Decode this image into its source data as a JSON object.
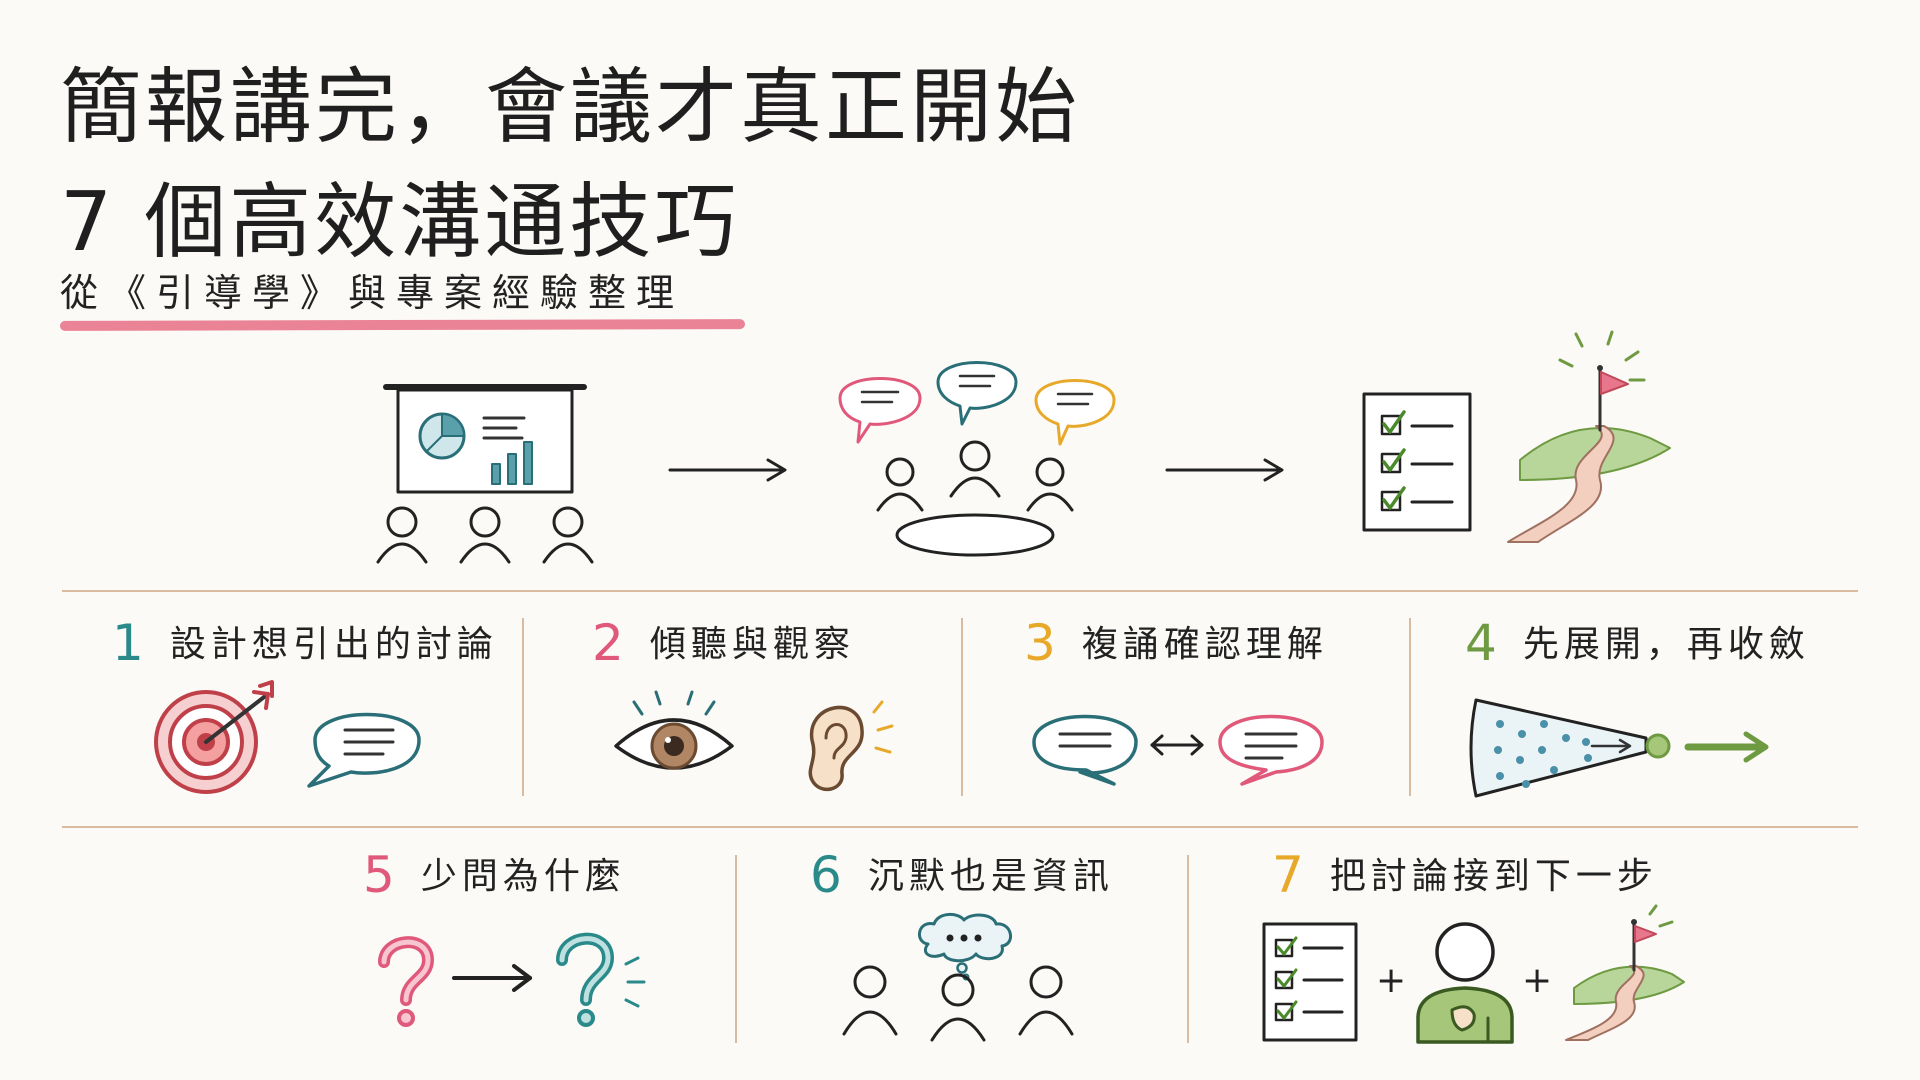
{
  "title": {
    "line1": "簡報講完，會議才真正開始",
    "line2": "7 個高效溝通技巧",
    "subtitle": "從《引導學》與專案經驗整理"
  },
  "items": [
    {
      "number": "1",
      "label": "設計想引出的討論",
      "color": "#2a8a8a"
    },
    {
      "number": "2",
      "label": "傾聽與觀察",
      "color": "#e0587a"
    },
    {
      "number": "3",
      "label": "複誦確認理解",
      "color": "#e8a92a"
    },
    {
      "number": "4",
      "label": "先展開，再收斂",
      "color": "#6e9a42"
    },
    {
      "number": "5",
      "label": "少問為什麼",
      "color": "#e0587a"
    },
    {
      "number": "6",
      "label": "沉默也是資訊",
      "color": "#2a8a8a"
    },
    {
      "number": "7",
      "label": "把討論接到下一步",
      "color": "#e8a92a"
    }
  ],
  "icons": {
    "flow": [
      "presentation-icon",
      "discussion-icon",
      "checklist-icon",
      "goal-path-icon"
    ],
    "item1": [
      "target-icon",
      "speech-bubble-icon"
    ],
    "item2": [
      "eye-icon",
      "ear-icon"
    ],
    "item3": [
      "speech-bubble-icon",
      "double-arrow-icon",
      "speech-bubble-icon"
    ],
    "item4": [
      "funnel-icon",
      "arrow-icon"
    ],
    "item5": [
      "question-mark-icon",
      "arrow-icon",
      "question-mark-icon"
    ],
    "item6": [
      "thought-bubble-icon",
      "people-icon"
    ],
    "item7": [
      "checklist-icon",
      "person-icon",
      "goal-path-icon"
    ]
  },
  "symbols": {
    "plus": "+"
  }
}
